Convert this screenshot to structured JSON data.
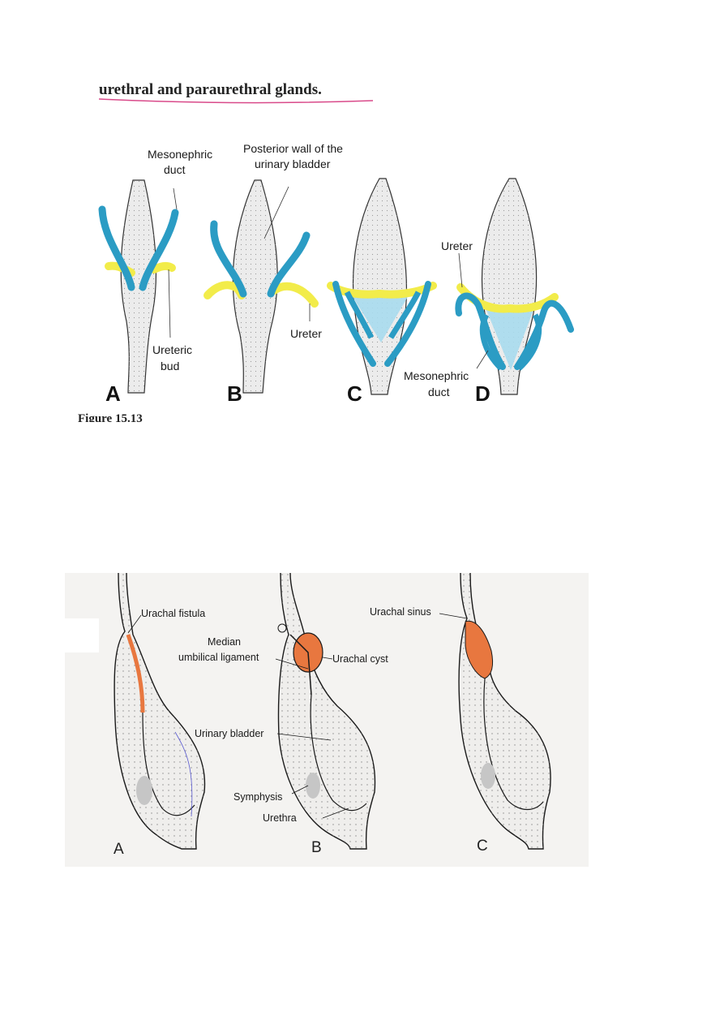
{
  "figure_top": {
    "cropped_heading": "urethral and paraurethral glands.",
    "cropped_caption": "Figure 15.13",
    "labels": {
      "mesonephric_duct_top_1": "Mesonephric",
      "mesonephric_duct_top_2": "duct",
      "posterior_wall_1": "Posterior wall of the",
      "posterior_wall_2": "urinary bladder",
      "ureteric_bud_1": "Ureteric",
      "ureteric_bud_2": "bud",
      "ureter_b": "Ureter",
      "ureter_d": "Ureter",
      "mesonephric_duct_bottom_1": "Mesonephric",
      "mesonephric_duct_bottom_2": "duct"
    },
    "panel_letters": [
      "A",
      "B",
      "C",
      "D"
    ],
    "colors": {
      "duct": "#2b9cc4",
      "ureter": "#f2ec4a",
      "trigone": "#a9dcee",
      "bladder": "#eeeeee"
    }
  },
  "figure_bottom": {
    "labels": {
      "urachal_fistula": "Urachal fistula",
      "median_umbilical_1": "Median",
      "median_umbilical_2": "umbilical ligament",
      "urachal_cyst": "Urachal cyst",
      "urinary_bladder": "Urinary bladder",
      "symphysis": "Symphysis",
      "urethra": "Urethra",
      "urachal_sinus": "Urachal sinus"
    },
    "panel_letters": [
      "A",
      "B",
      "C"
    ],
    "colors": {
      "urachus": "#e8773f",
      "outline": "#1a1a1a",
      "shade": "#dcdcdc"
    }
  }
}
